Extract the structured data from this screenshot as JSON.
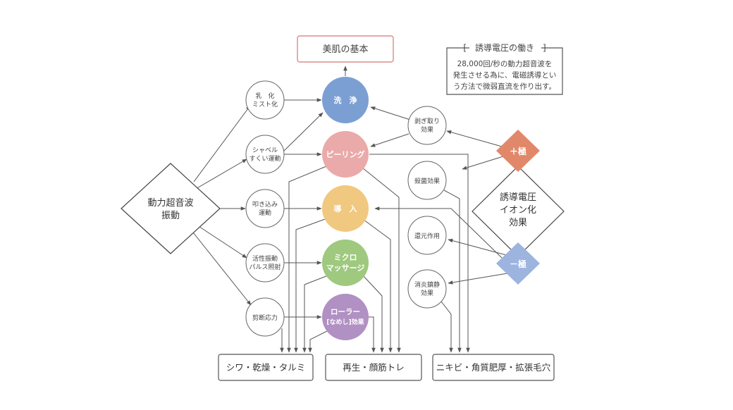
{
  "top": {
    "label": "美肌の基本"
  },
  "note": {
    "title": "[　誘導電圧の働き　]",
    "lines": [
      "28,000回/秒の動力超音波を",
      "発生させる為に、電磁誘導とい",
      "う方法で微弱直流を作り出す。"
    ]
  },
  "left_diamond": {
    "lines": [
      "動力超音波",
      "振動"
    ]
  },
  "right_diamond": {
    "lines": [
      "誘導電圧",
      "イオン化",
      "効果"
    ]
  },
  "plus": {
    "label": "＋極"
  },
  "minus": {
    "label": "－極"
  },
  "left_nodes": [
    {
      "lines": [
        "乳　化",
        "ミスト化"
      ]
    },
    {
      "lines": [
        "シャベル",
        "すくい運動"
      ]
    },
    {
      "lines": [
        "叩き込み",
        "運動"
      ]
    },
    {
      "lines": [
        "活性振動",
        "パルス照射"
      ]
    },
    {
      "lines": [
        "剪断応力"
      ]
    }
  ],
  "center_nodes": [
    {
      "lines": [
        "洗　浄"
      ],
      "color": "#7b9fd3"
    },
    {
      "lines": [
        "ピーリング"
      ],
      "color": "#eaaaa9"
    },
    {
      "lines": [
        "導　入"
      ],
      "color": "#f1c87f"
    },
    {
      "lines": [
        "ミクロ",
        "マッサージ"
      ],
      "color": "#9ec97e"
    },
    {
      "lines": [
        "ローラー",
        "[なめし]効果"
      ],
      "color": "#b190c3"
    }
  ],
  "right_nodes": [
    {
      "lines": [
        "剥ぎ取り",
        "効果"
      ]
    },
    {
      "lines": [
        "殺菌効果"
      ]
    },
    {
      "lines": [
        "還元作用"
      ]
    },
    {
      "lines": [
        "消炎鎮静",
        "効果"
      ]
    }
  ],
  "bottom": [
    {
      "label": "シワ・乾燥・タルミ"
    },
    {
      "label": "再生・顔筋トレ"
    },
    {
      "label": "ニキビ・角質肥厚・拡張毛穴"
    }
  ],
  "colors": {
    "plus": "#e2886a",
    "minus": "#9cb4de",
    "stroke": "#555555"
  }
}
